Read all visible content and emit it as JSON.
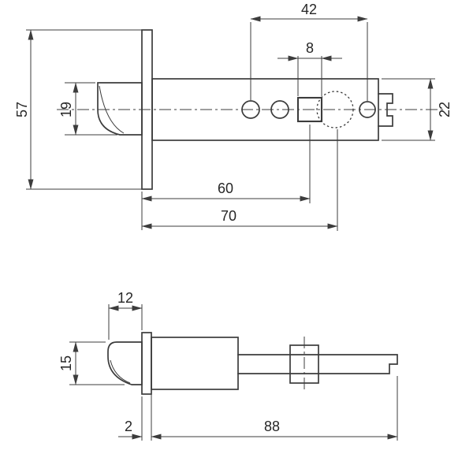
{
  "drawing": {
    "line_color": "#3c3c3c",
    "background": "#ffffff",
    "top_view": {
      "dim_hole_span": "42",
      "dim_square_hole": "8",
      "dim_faceplate_height": "57",
      "dim_bolt_height": "19",
      "dim_body_height": "22",
      "dim_backset": "60",
      "dim_cam_center": "70"
    },
    "bottom_view": {
      "dim_bolt_projection": "12",
      "dim_bolt_width": "15",
      "dim_faceplate_thickness": "2",
      "dim_body_length": "88"
    }
  }
}
